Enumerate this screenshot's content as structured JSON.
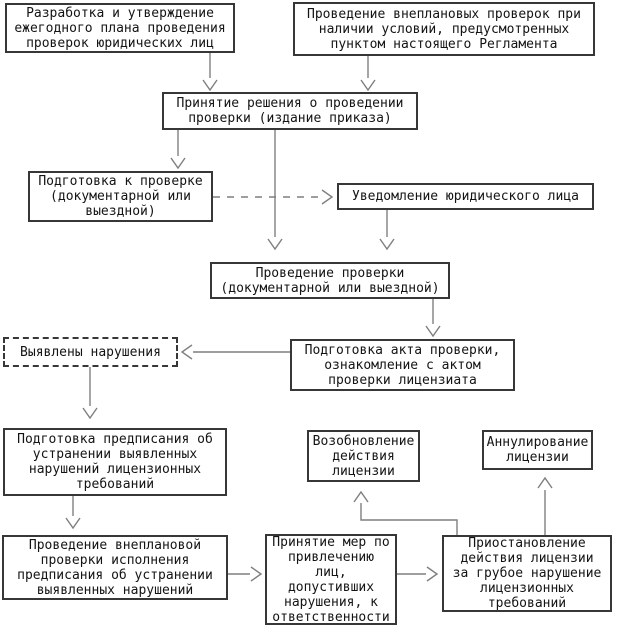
{
  "diagram": {
    "background_color": "#ffffff",
    "box_border_color": "#373737",
    "connector_color": "#7f7f7f",
    "text_color": "#141414",
    "boxes": {
      "plan": {
        "text": "Разработка и утверждение\nежегодного плана проведения\nпроверок юридических лиц"
      },
      "unscheduled": {
        "text": "Проведение внеплановых проверок при\nналичии условий, предусмотренных\nпунктом настоящего Регламента"
      },
      "decision": {
        "text": "Принятие решения о проведении\nпроверки (издание приказа)"
      },
      "prepare": {
        "text": "Подготовка к проверке\n(документарной или\nвыездной)"
      },
      "notify": {
        "text": "Уведомление юридического лица"
      },
      "conduct": {
        "text": "Проведение проверки\n(документарной или выездной)"
      },
      "violations": {
        "text": "Выявлены нарушения"
      },
      "act": {
        "text": "Подготовка акта проверки,\nознакомление с актом\nпроверки лицензиата"
      },
      "prescription": {
        "text": "Подготовка предписания об\nустранении выявленных\nнарушений лицензионных\nтребований"
      },
      "resume": {
        "text": "Возобновление\nдействия\nлицензии"
      },
      "annul": {
        "text": "Аннулирование\nлицензии"
      },
      "followup": {
        "text": "Проведение внеплановой\nпроверки исполнения\nпредписания об устранении\nвыявленных нарушений"
      },
      "measures": {
        "text": "Принятие мер по\nпривлечению\nлиц,\nдопустивших\nнарушения, к\nответственности"
      },
      "suspend": {
        "text": "Приостановление\nдействия лицензии\nза грубое нарушение\nлицензионных\nтребований"
      }
    },
    "edges": [
      {
        "from": "plan",
        "to": "decision",
        "style": "solid"
      },
      {
        "from": "unscheduled",
        "to": "decision",
        "style": "solid"
      },
      {
        "from": "decision",
        "to": "prepare",
        "style": "solid"
      },
      {
        "from": "decision",
        "to": "conduct",
        "style": "solid"
      },
      {
        "from": "prepare",
        "to": "notify",
        "style": "dashed"
      },
      {
        "from": "notify",
        "to": "conduct",
        "style": "solid"
      },
      {
        "from": "conduct",
        "to": "act",
        "style": "solid"
      },
      {
        "from": "act",
        "to": "violations",
        "style": "solid"
      },
      {
        "from": "violations",
        "to": "prescription",
        "style": "solid"
      },
      {
        "from": "prescription",
        "to": "followup",
        "style": "solid"
      },
      {
        "from": "followup",
        "to": "measures",
        "style": "solid"
      },
      {
        "from": "measures",
        "to": "suspend",
        "style": "solid"
      },
      {
        "from": "suspend",
        "to": "resume",
        "style": "solid"
      },
      {
        "from": "suspend",
        "to": "annul",
        "style": "solid"
      }
    ]
  }
}
